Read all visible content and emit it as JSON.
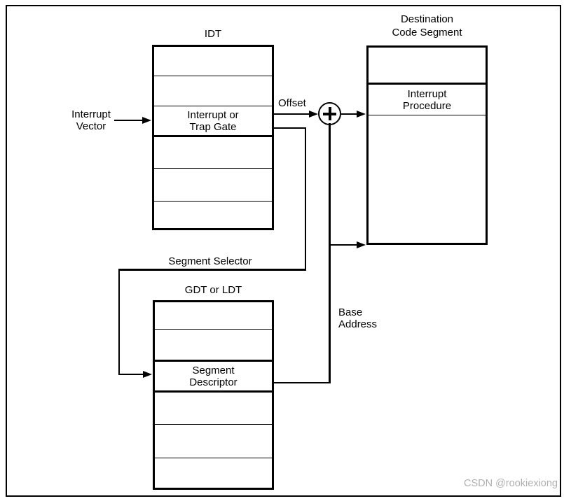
{
  "colors": {
    "line": "#000000",
    "background": "#ffffff",
    "watermark": "#b0b0b0"
  },
  "tables": {
    "idt": {
      "title": "IDT",
      "rows": [
        "",
        "",
        "Interrupt or\nTrap Gate",
        "",
        "",
        ""
      ]
    },
    "destination": {
      "title": "Destination\nCode Segment",
      "rows": [
        "",
        "Interrupt\nProcedure",
        ""
      ]
    },
    "gdt": {
      "title": "GDT or LDT",
      "rows": [
        "",
        "",
        "Segment\nDescriptor",
        "",
        "",
        ""
      ]
    }
  },
  "labels": {
    "interrupt_vector": "Interrupt\nVector",
    "offset": "Offset",
    "segment_selector": "Segment Selector",
    "base_address": "Base\nAddress"
  },
  "icons": {
    "adder": "plus-in-circle"
  },
  "watermark": "CSDN @rookiexiong"
}
